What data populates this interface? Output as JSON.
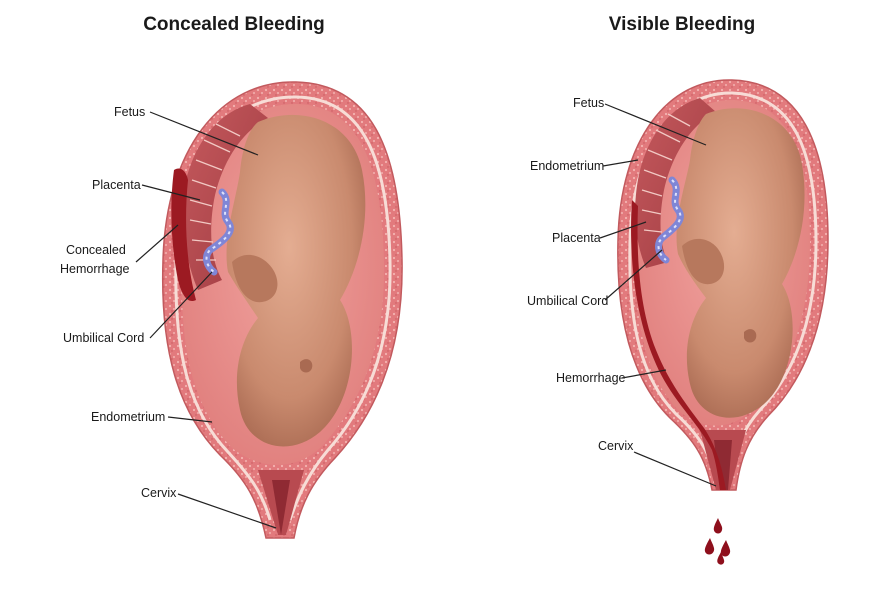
{
  "panels": {
    "concealed": {
      "title": "Concealed Bleeding",
      "labels": {
        "fetus": "Fetus",
        "placenta": "Placenta",
        "hemorrhage_line1": "Concealed",
        "hemorrhage_line2": "Hemorrhage",
        "umbilical_cord": "Umbilical Cord",
        "endometrium": "Endometrium",
        "cervix": "Cervix"
      }
    },
    "visible": {
      "title": "Visible Bleeding",
      "labels": {
        "fetus": "Fetus",
        "endometrium": "Endometrium",
        "placenta": "Placenta",
        "umbilical_cord": "Umbilical Cord",
        "hemorrhage": "Hemorrhage",
        "cervix": "Cervix"
      }
    }
  },
  "colors": {
    "uterine_wall": "#e27a7d",
    "wall_speckle": "#f4b3b0",
    "endometrium_line": "#f7dcd6",
    "amniotic_cavity": "#e98f8c",
    "fetus_skin": "#c98a6e",
    "fetus_shadow": "#a96a52",
    "placenta": "#b64a4f",
    "hemorrhage": "#9c1a22",
    "umbilical_cord": "#7f86d6",
    "blood_drop": "#8e0f1c"
  }
}
